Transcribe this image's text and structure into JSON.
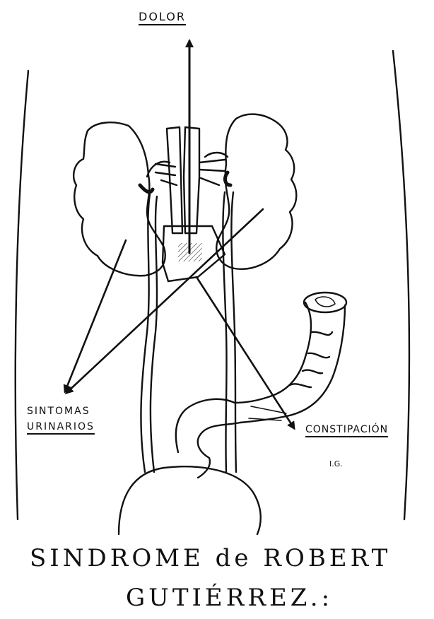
{
  "labels": {
    "dolor": "DOLOR",
    "sintomas_line1": "SINTOMAS",
    "sintomas_line2": "URINARIOS",
    "constipacion": "CONSTIPACIÓN",
    "initials": "I.G."
  },
  "title": {
    "line1": "SINDROME de ROBERT",
    "line2": "GUTIÉRREZ.:"
  },
  "colors": {
    "ink": "#111111",
    "paper": "#ffffff"
  }
}
